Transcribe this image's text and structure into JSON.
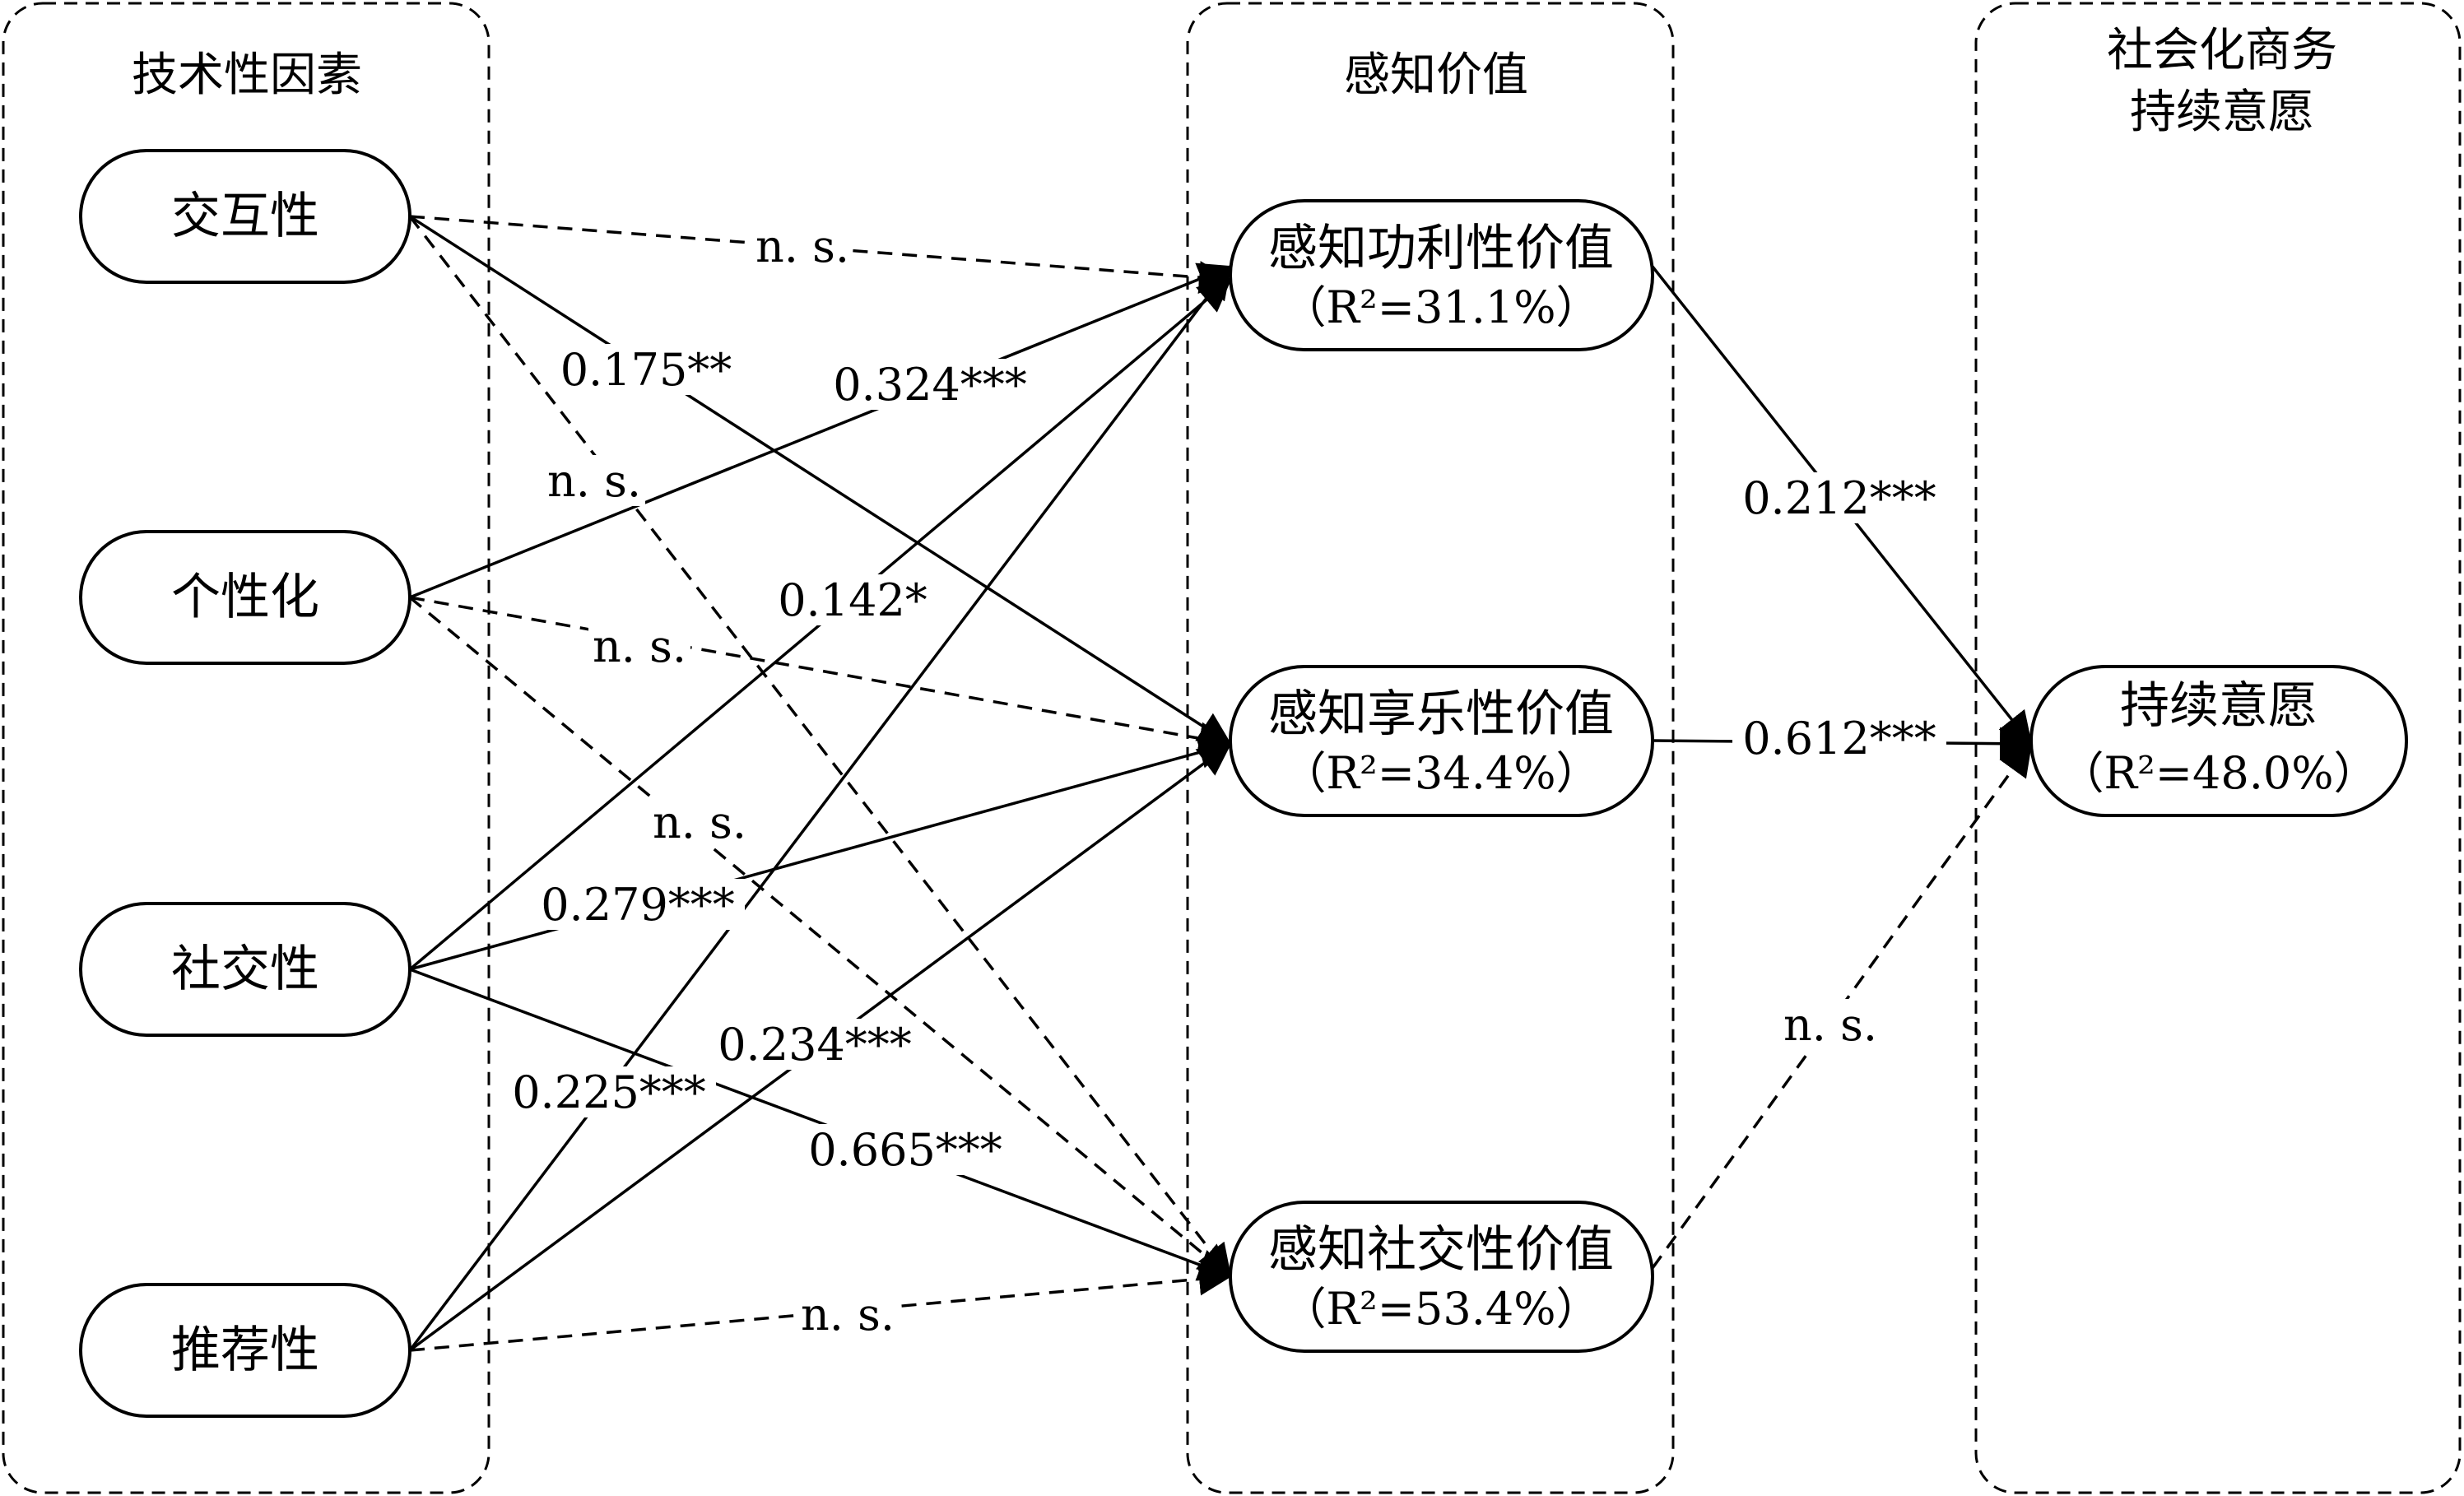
{
  "groups": {
    "tech": {
      "title": "技术性因素"
    },
    "value": {
      "title": "感知价值"
    },
    "intent": {
      "title_line1": "社会化商务",
      "title_line2": "持续意愿"
    }
  },
  "nodes": {
    "interactivity": {
      "label": "交互性"
    },
    "personalization": {
      "label": "个性化"
    },
    "sociality": {
      "label": "社交性"
    },
    "recommendation": {
      "label": "推荐性"
    },
    "utilitarian": {
      "label": "感知功利性价值",
      "r2": "（R²=31.1%）"
    },
    "hedonic": {
      "label": "感知享乐性价值",
      "r2": "（R²=34.4%）"
    },
    "social": {
      "label": "感知社交性价值",
      "r2": "（R²=53.4%）"
    },
    "continuance": {
      "label": "持续意愿",
      "r2": "（R²=48.0%）"
    }
  },
  "edges": {
    "interactivity_utilitarian": {
      "label": "n. s.",
      "style": "dashed"
    },
    "interactivity_hedonic": {
      "label": "0.175**",
      "style": "solid"
    },
    "interactivity_social": {
      "label": "n. s.",
      "style": "dashed"
    },
    "personalization_utilitarian": {
      "label": "0.324***",
      "style": "solid"
    },
    "personalization_hedonic": {
      "label": "n. s.",
      "style": "dashed"
    },
    "personalization_social": {
      "label": "n. s.",
      "style": "dashed"
    },
    "sociality_utilitarian": {
      "label": "0.142*",
      "style": "solid"
    },
    "sociality_hedonic": {
      "label": "0.279***",
      "style": "solid"
    },
    "sociality_social": {
      "label": "0.665***",
      "style": "solid"
    },
    "recommendation_utilitarian": {
      "label": "0.225***",
      "style": "solid"
    },
    "recommendation_hedonic": {
      "label": "0.234***",
      "style": "solid"
    },
    "recommendation_social": {
      "label": "n. s.",
      "style": "dashed"
    },
    "utilitarian_continuance": {
      "label": "0.212***",
      "style": "solid"
    },
    "hedonic_continuance": {
      "label": "0.612***",
      "style": "solid"
    },
    "social_continuance": {
      "label": "n. s.",
      "style": "dashed"
    }
  }
}
